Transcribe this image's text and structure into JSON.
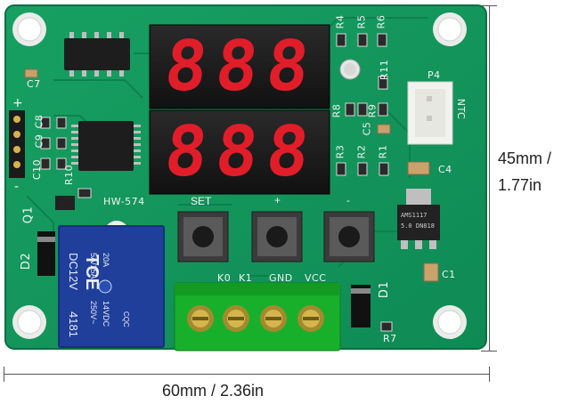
{
  "dimensions": {
    "width_label": "60mm / 2.36in",
    "height_label_mm": "45mm /",
    "height_label_in": "1.77in"
  },
  "board": {
    "model": "HW-574",
    "colors": {
      "pcb": "#11905a",
      "pcb_edge": "#0d7a4b",
      "display_red": "#e11d2a"
    },
    "displays": {
      "top": "888",
      "bottom": "888"
    },
    "buttons": [
      {
        "label": "SET"
      },
      {
        "label": "+"
      },
      {
        "label": "-"
      }
    ],
    "terminal_labels": {
      "k0": "K0",
      "k1": "K1",
      "gnd": "GND",
      "vcc": "VCC"
    },
    "silkscreen": {
      "r4": "R4",
      "r5": "R5",
      "r6": "R6",
      "r11": "R11",
      "r8": "R8",
      "r9": "R9",
      "c5": "C5",
      "r3": "R3",
      "r2": "R2",
      "r1": "R1",
      "c4": "C4",
      "c1": "C1",
      "c7": "C7",
      "c10": "C10",
      "c9": "C9",
      "c8": "C8",
      "r10": "R10",
      "q1": "Q1",
      "d2": "D2",
      "d1": "D1",
      "r7": "R7",
      "p4": "P4",
      "ntc": "NTC",
      "plus": "+",
      "minus": "-"
    },
    "regulator_text": {
      "line1": "AMS1117",
      "line2": "5.0 DN818"
    },
    "relay": {
      "brand": "TCE",
      "rating_a": "20A",
      "rating_b": "5A/15A",
      "rating_c": "14VDC",
      "rating_d": "250V~",
      "coil": "DC12V",
      "code": "4181",
      "mark": "CQC"
    }
  }
}
